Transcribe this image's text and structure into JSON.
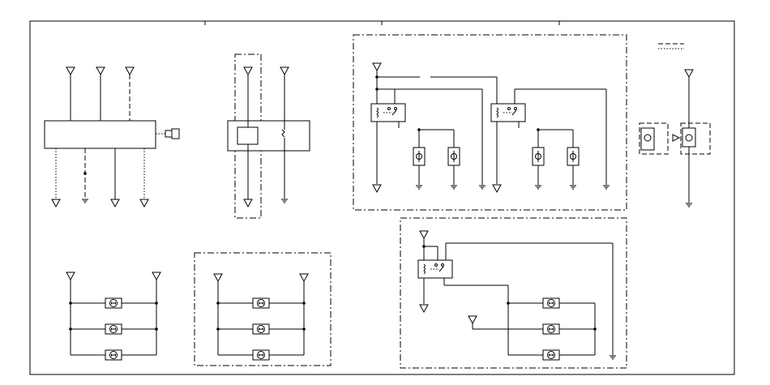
{
  "diagram": {
    "type": "electrical-schematic",
    "labels": [],
    "legend": {
      "line_styles": [
        "dashed",
        "dotted"
      ]
    },
    "components": {
      "power_symbols": "downward-triangle",
      "ground_symbols": "ground",
      "motor_symbol": "motor",
      "relay_symbol": "relay",
      "connector_symbol": "connector"
    }
  }
}
